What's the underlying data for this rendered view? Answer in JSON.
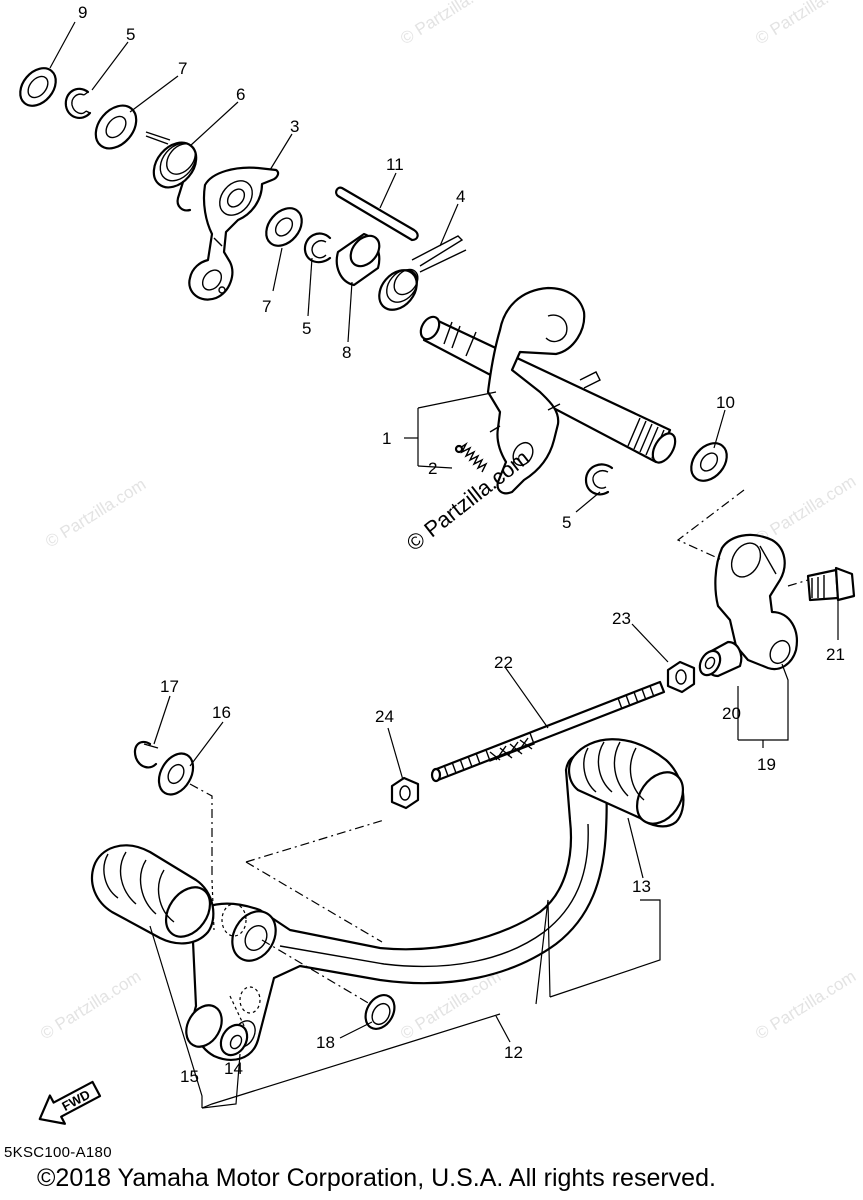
{
  "diagram": {
    "part_labels": {
      "p1": "1",
      "p2": "2",
      "p3": "3",
      "p4": "4",
      "p5a": "5",
      "p5b": "5",
      "p5c": "5",
      "p6": "6",
      "p7a": "7",
      "p7b": "7",
      "p8": "8",
      "p9": "9",
      "p10": "10",
      "p11": "11",
      "p12": "12",
      "p13": "13",
      "p14": "14",
      "p15": "15",
      "p16": "16",
      "p17": "17",
      "p18": "18",
      "p19": "19",
      "p20": "20",
      "p21": "21",
      "p22": "22",
      "p23": "23",
      "p24": "24"
    },
    "watermark": "© Partzilla.com",
    "fwd_label": "FWD",
    "diagram_code": "5KSC100-A180",
    "copyright": "©2018 Yamaha Motor Corporation, U.S.A. All rights reserved."
  }
}
